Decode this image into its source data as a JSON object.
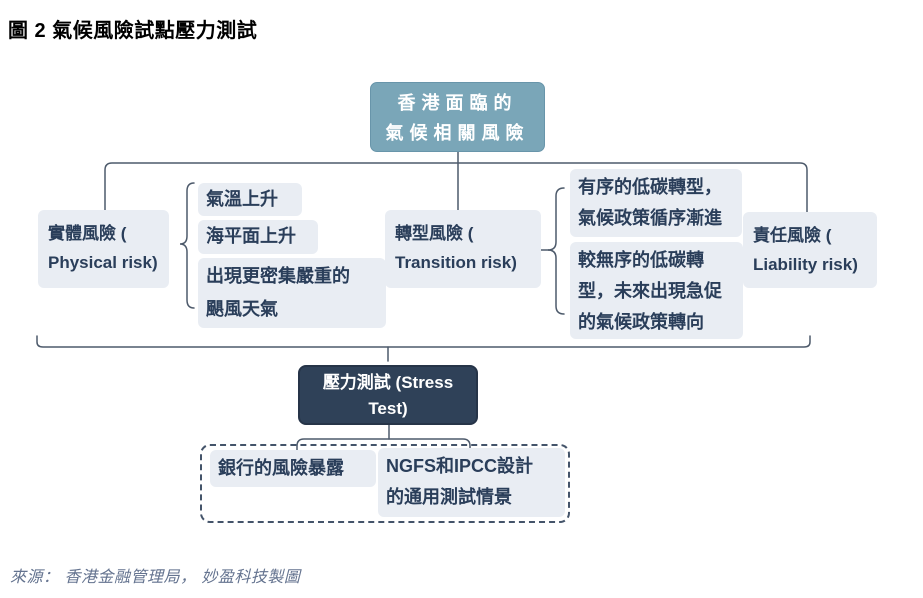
{
  "title": "圖 2 氣候風險試點壓力測試",
  "colors": {
    "root_box_bg": "#7AA6B8",
    "root_box_border": "#6895AA",
    "stress_box_bg": "#2F4158",
    "stress_box_border": "#263448",
    "light_box_bg": "#E9EDF3",
    "box_text": "#2A3E5A",
    "line": "#4D5A6B",
    "dashed_border": "#44546A",
    "source_text": "#64738F",
    "title_text": "#000000"
  },
  "diagram": {
    "root": {
      "label": "香港面臨的\n氣候相關風險"
    },
    "risks": [
      {
        "id": "physical",
        "label": "實體風險 (\nPhysical risk)",
        "items": [
          "氣溫上升",
          "海平面上升",
          "出現更密集嚴重的\n颶風天氣"
        ]
      },
      {
        "id": "transition",
        "label": "轉型風險 (\nTransition risk)",
        "items": [
          "有序的低碳轉型，\n氣候政策循序漸進",
          "較無序的低碳轉\n型，未來出現急促\n的氣候政策轉向"
        ]
      },
      {
        "id": "liability",
        "label": "責任風險 (\nLiability risk)"
      }
    ],
    "stress_test": {
      "label": "壓力測試 (Stress\nTest)"
    },
    "inputs": [
      "銀行的風險暴露",
      "NGFS和IPCC設計\n的通用測試情景"
    ]
  },
  "source": "來源： 香港金融管理局， 妙盈科技製圖"
}
